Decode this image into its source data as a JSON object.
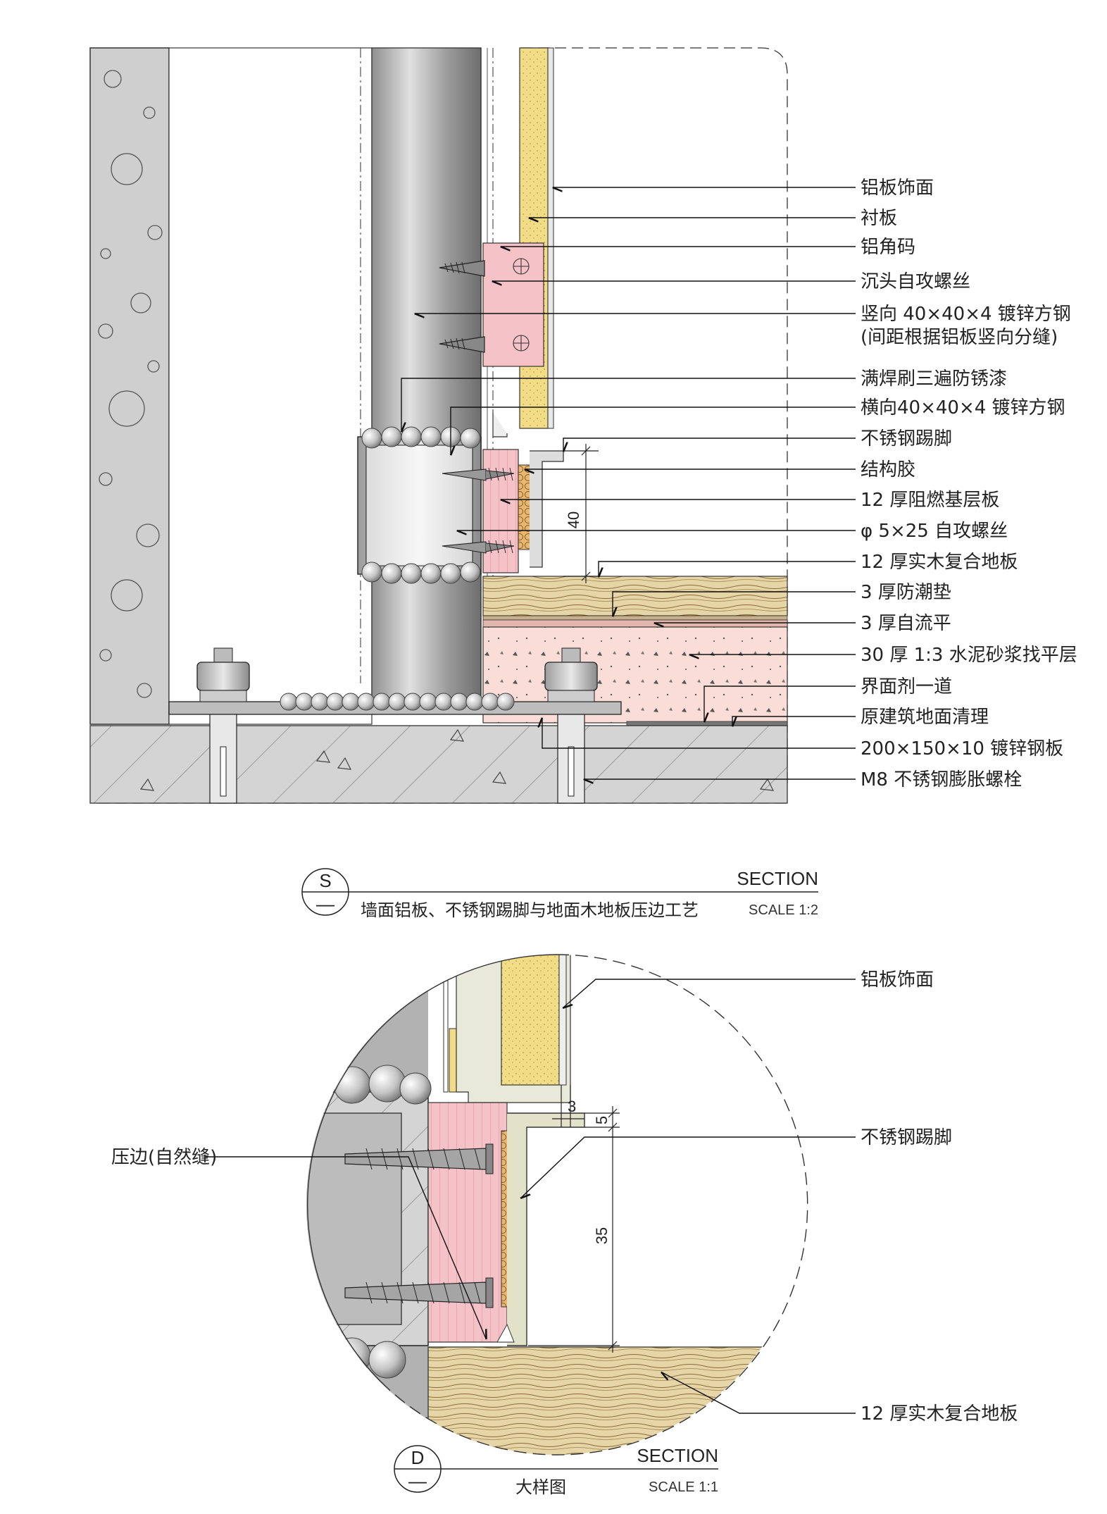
{
  "section1": {
    "labels": [
      "铝板饰面",
      "衬板",
      "铝角码",
      "沉头自攻螺丝",
      "竖向 40×40×4 镀锌方钢",
      "(间距根据铝板竖向分缝)",
      "满焊刷三遍防锈漆",
      "横向40×40×4 镀锌方钢",
      "不锈钢踢脚",
      "结构胶",
      "12 厚阻燃基层板",
      "φ 5×25 自攻螺丝",
      "12 厚实木复合地板",
      "3 厚防潮垫",
      "3 厚自流平",
      "30 厚 1:3 水泥砂浆找平层",
      "界面剂一道",
      "原建筑地面清理",
      "200×150×10 镀锌钢板",
      "M8 不锈钢膨胀螺栓"
    ],
    "dimension": "40",
    "title_letter": "S",
    "title_dash": "—",
    "title_word": "SECTION",
    "subtitle": "墙面铝板、不锈钢踢脚与地面木地板压边工艺",
    "scale": "SCALE 1:2"
  },
  "section2": {
    "labels": {
      "finish": "铝板饰面",
      "baseboard": "不锈钢踢脚",
      "edge": "压边(自然缝)",
      "floor": "12 厚实木复合地板"
    },
    "dims": {
      "gap": "3",
      "top": "5",
      "height": "35"
    },
    "title_letter": "D",
    "title_dash": "—",
    "title_word": "SECTION",
    "subtitle": "大样图",
    "scale": "SCALE 1:1"
  },
  "colors": {
    "concrete": "#cfcfcf",
    "steel": "#a8a8a8",
    "yellow_board": "#f3dc86",
    "pink_board": "#f5c2c8",
    "wood": "#e6d5a6",
    "mortar": "#f9ddd6",
    "glue": "#e8b772"
  }
}
